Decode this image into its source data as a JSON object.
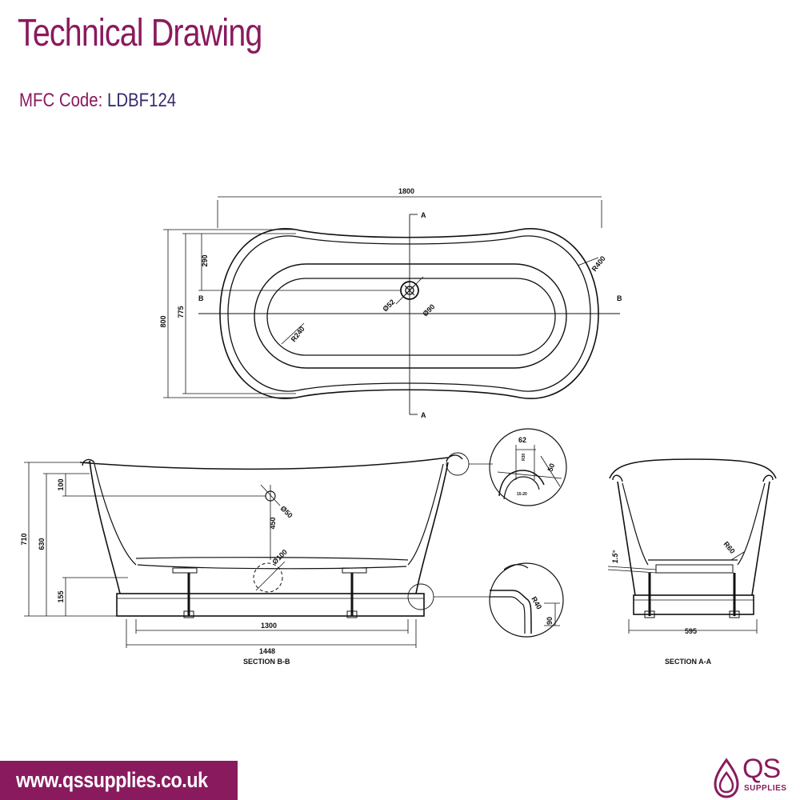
{
  "header": {
    "title": "Technical Drawing",
    "mfc_label": "MFC Code:",
    "mfc_code": "LDBF124"
  },
  "plan_view": {
    "length": "1800",
    "width_outer": "800",
    "width_inner": "775",
    "offset": "290",
    "end_radius": "R400",
    "inner_radius": "R240",
    "waste_inner": "Ø52",
    "waste_outer": "Ø90",
    "section_a": "A",
    "section_b": "B"
  },
  "section_bb": {
    "caption": "SECTION B-B",
    "overall_height": "710",
    "rim_height": "630",
    "plinth_height": "155",
    "overflow_offset": "100",
    "overflow_to_base": "450",
    "overflow_dia": "Ø50",
    "waste_dia": "Ø100",
    "base_inner": "1300",
    "base_outer": "1448"
  },
  "detail_rim": {
    "width": "62",
    "height": "50",
    "r30": "R30",
    "range": "15-20"
  },
  "detail_base": {
    "radius": "R40",
    "height": "90"
  },
  "section_aa": {
    "caption": "SECTION A-A",
    "angle": "1.5°",
    "radius": "R60",
    "width": "595"
  },
  "footer": {
    "url": "www.qssupplies.co.uk",
    "logo_text": "QS",
    "logo_sub": "SUPPLIES"
  },
  "colors": {
    "brand": "#8a1a5e",
    "code": "#3a2a6e",
    "line": "#111111"
  }
}
